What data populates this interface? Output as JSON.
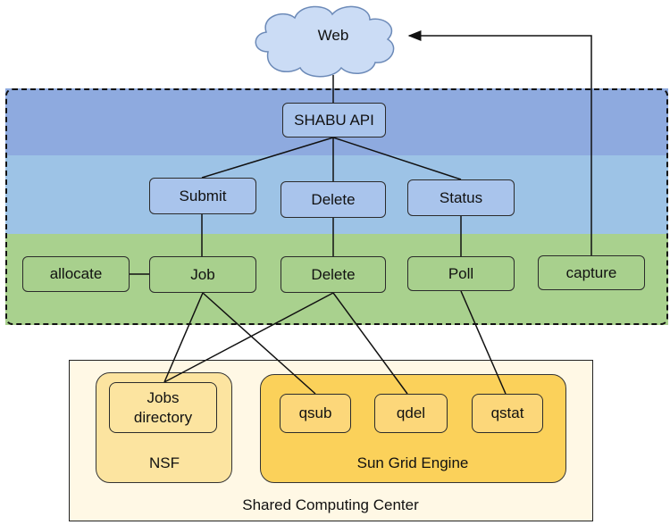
{
  "web": "Web",
  "api": "SHABU API",
  "endpoints": {
    "submit": "Submit",
    "delete": "Delete",
    "status": "Status"
  },
  "workers": {
    "allocate": "allocate",
    "job": "Job",
    "delete": "Delete",
    "poll": "Poll",
    "capture": "capture"
  },
  "nsf": {
    "jobs_directory": "Jobs directory",
    "label": "NSF"
  },
  "sge": {
    "qsub": "qsub",
    "qdel": "qdel",
    "qstat": "qstat",
    "label": "Sun Grid Engine"
  },
  "center": {
    "label": "Shared Computing Center"
  },
  "colors": {
    "api_band": "#8eaadf",
    "endpoint_band": "#9dc3e6",
    "worker_band": "#a9d18e",
    "nsf_fill": "#fce4a0",
    "sge_fill": "#fbd15a",
    "center_fill": "#fff8e5"
  }
}
